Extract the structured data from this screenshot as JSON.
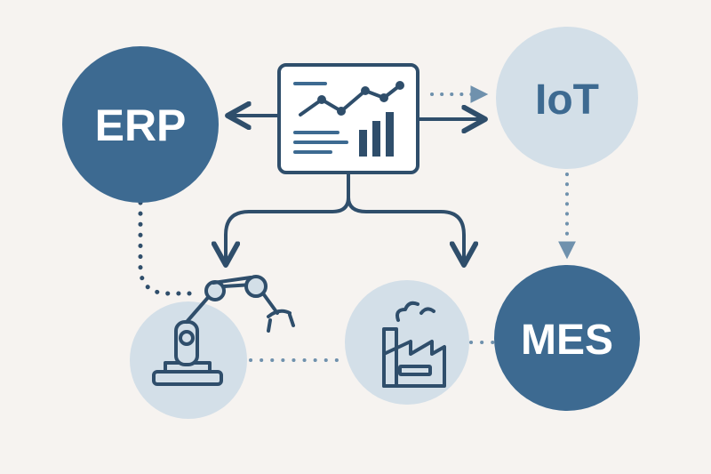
{
  "nodes": {
    "erp": {
      "label": "ERP"
    },
    "iot": {
      "label": "IoT"
    },
    "mes": {
      "label": "MES"
    }
  },
  "icons": {
    "dashboard": "dashboard-analytics-icon",
    "robot": "robotic-arm-icon",
    "factory": "factory-icon"
  },
  "colors": {
    "background": "#f6f3f0",
    "primary": "#3d6a91",
    "dark_stroke": "#2f4e6b",
    "light_fill": "#d3dfe8",
    "text_light": "#ffffff",
    "text_dark": "#3d6a91"
  }
}
